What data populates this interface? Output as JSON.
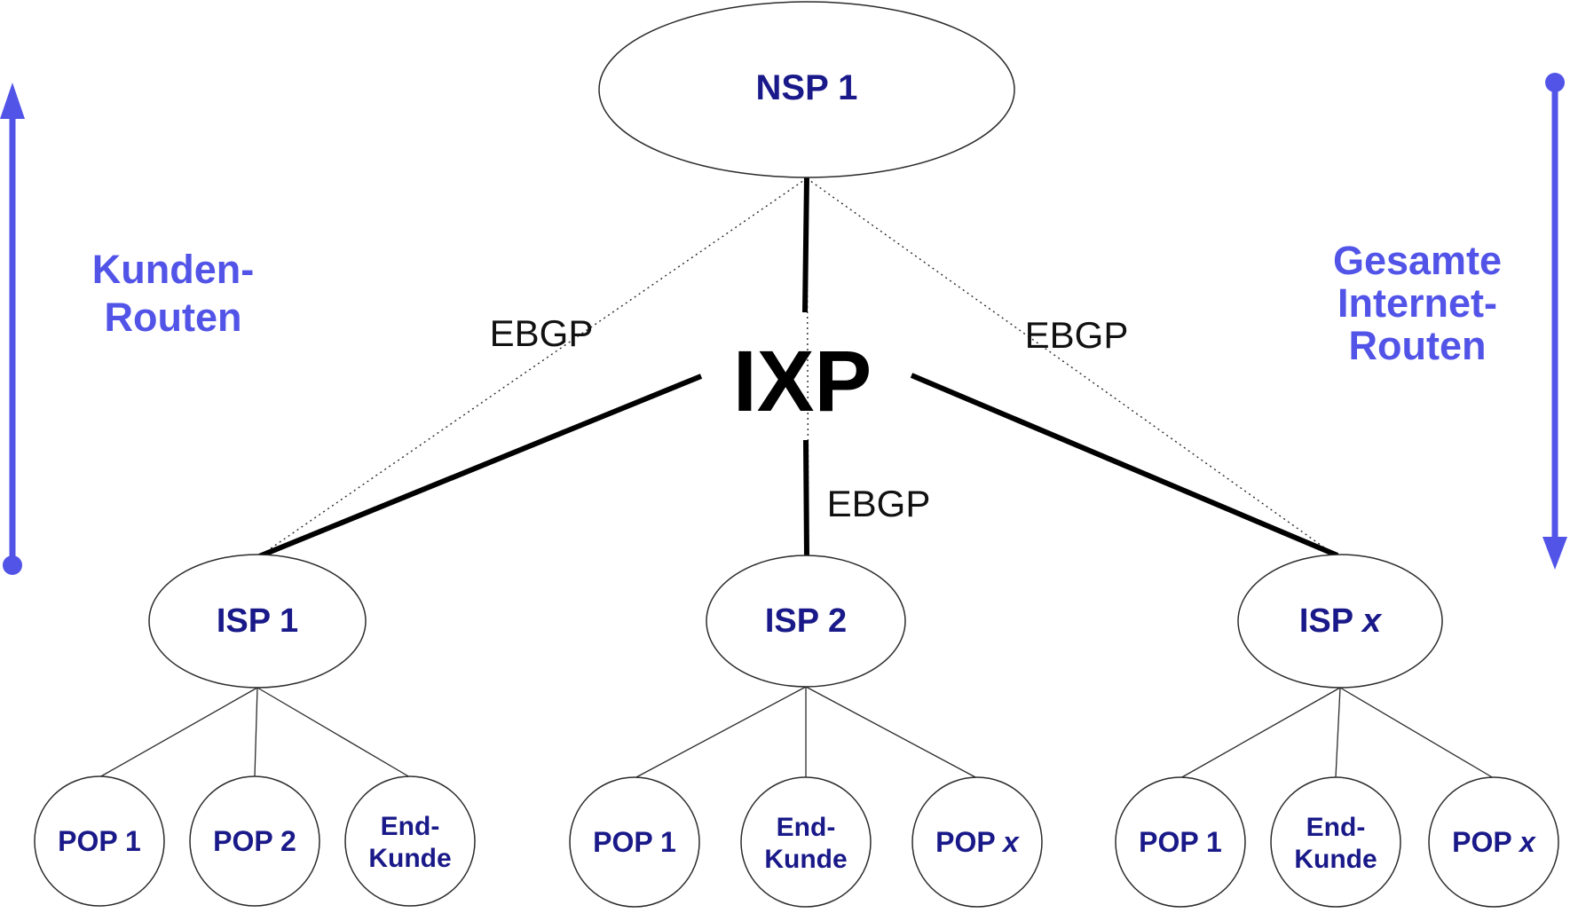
{
  "colors": {
    "blue": "#5254e8",
    "navy": "#191989",
    "line": "#2b2b2b"
  },
  "nodes": {
    "nsp1": "NSP 1",
    "ixp": "IXP",
    "isp1": "ISP 1",
    "isp2": "ISP 2",
    "isp_x_prefix": "ISP ",
    "isp_x_var": "x",
    "pop1": "POP 1",
    "pop2": "POP 2",
    "pop_x_prefix": "POP ",
    "pop_x_var": "x",
    "endkunde_line1": "End-",
    "endkunde_line2": "Kunde"
  },
  "edge_labels": {
    "ebgp_left": "EBGP",
    "ebgp_center": "EBGP",
    "ebgp_right": "EBGP"
  },
  "annotations": {
    "left": {
      "line1": "Kunden-",
      "line2": "Routen"
    },
    "right": {
      "line1": "Gesamte",
      "line2": "Internet-",
      "line3": "Routen"
    }
  }
}
